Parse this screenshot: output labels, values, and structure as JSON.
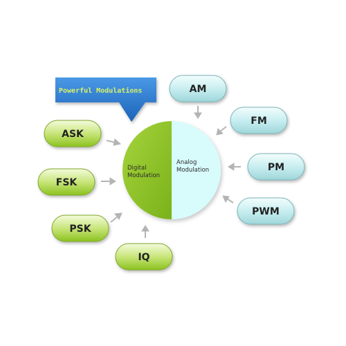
{
  "callout": {
    "text": "Powerful Modulations"
  },
  "circle": {
    "digital_line1": "Digital",
    "digital_line2": "Modulation",
    "analog_line1": "Analog",
    "analog_line2": "Modulation"
  },
  "digital_modes": [
    {
      "label": "ASK"
    },
    {
      "label": "FSK"
    },
    {
      "label": "PSK"
    },
    {
      "label": "IQ"
    }
  ],
  "analog_modes": [
    {
      "label": "AM"
    },
    {
      "label": "FM"
    },
    {
      "label": "PM"
    },
    {
      "label": "PWM"
    }
  ],
  "colors": {
    "digital_green": "#8dc21f",
    "analog_cyan": "#d8fbfc",
    "callout_blue": "#2f7fd2",
    "arrow_gray": "#b4b4b4"
  }
}
